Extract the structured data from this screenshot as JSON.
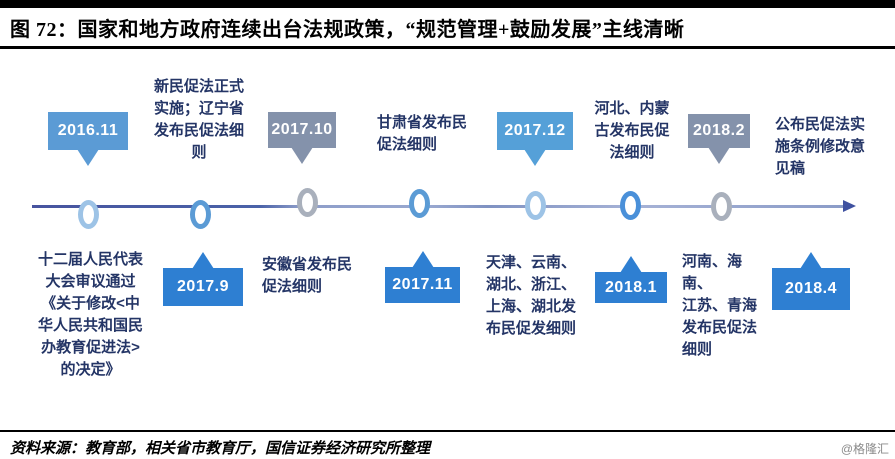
{
  "header": {
    "figure_title": "图 72：国家和地方政府连续出台法规政策，“规范管理+鼓励发展”主线清晰"
  },
  "colors": {
    "accent_bright_blue": "#2e7fd2",
    "soft_blue": "#5b9bd5",
    "mid_blue": "#55a0d8",
    "steel_gray": "#8492ab",
    "node_light_blue": "#9dc3e6",
    "node_gray": "#a9b0bc",
    "axis_blue": "#4a62a8",
    "desc_text_navy": "#243566"
  },
  "timeline": {
    "events": [
      {
        "date": "2016.11",
        "date_side": "above",
        "description": "十二届人民代表\n大会审议通过\n《关于修改<中\n华人民共和国民\n办教育促进法>\n的决定》"
      },
      {
        "date": "2017.9",
        "date_side": "below",
        "description": "新民促法正式\n实施；辽宁省\n发布民促法细\n则"
      },
      {
        "date": "2017.10",
        "date_side": "above",
        "description": "安徽省发布民\n促法细则"
      },
      {
        "date": "2017.11",
        "date_side": "below",
        "description": "甘肃省发布民\n促法细则"
      },
      {
        "date": "2017.12",
        "date_side": "above",
        "description": "天津、云南、\n湖北、浙江、\n上海、湖北发\n布民促发细则"
      },
      {
        "date": "2018.1",
        "date_side": "below",
        "description": "河北、内蒙\n古发布民促\n法细则"
      },
      {
        "date": "2018.2",
        "date_side": "above",
        "description": "河南、海南、\n江苏、青海\n发布民促法\n细则"
      },
      {
        "date": "2018.4",
        "date_side": "below",
        "description": "公布民促法实\n施条例修改意\n见稿"
      }
    ]
  },
  "footer": {
    "source": "资料来源：教育部，相关省市教育厅，国信证券经济研究所整理",
    "watermark": "@格隆汇"
  }
}
